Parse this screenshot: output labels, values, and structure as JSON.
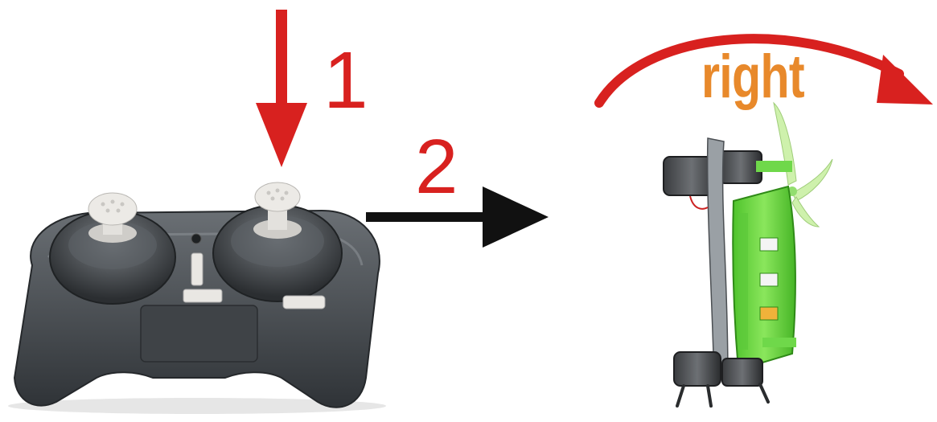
{
  "labels": {
    "step_one": "1",
    "step_two": "2",
    "direction": "right"
  },
  "colors": {
    "arrow_red": "#d8211f",
    "arrow_black": "#111111",
    "direction_text": "#e8892b",
    "controller_body": "#4f5459",
    "joystick_cap": "#eceae6",
    "drone_frame": "#6fd84a"
  },
  "icons": {
    "press_arrow": "arrow-down-icon",
    "then_arrow": "arrow-right-icon",
    "rotate_arrow": "curved-arrow-right-icon"
  }
}
